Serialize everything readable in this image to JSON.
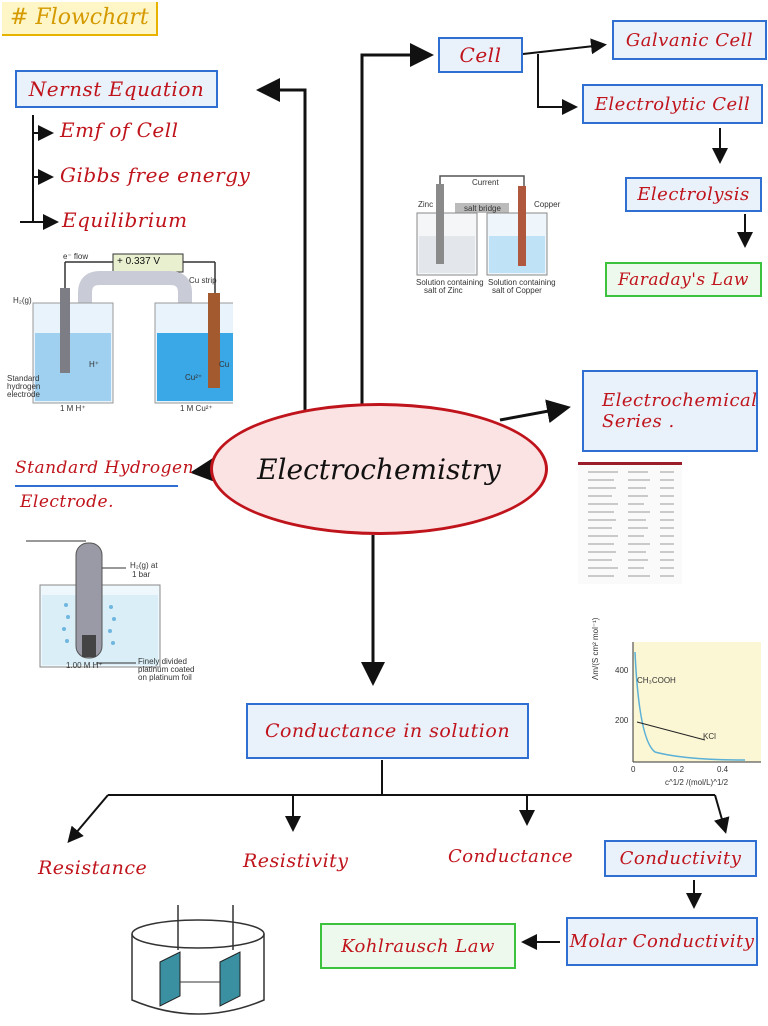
{
  "tag": "# Flowchart",
  "center": "Electrochemistry",
  "nernst": {
    "title": "Nernst Equation",
    "items": [
      "Emf of Cell",
      "Gibbs free energy",
      "Equilibrium"
    ]
  },
  "cell": {
    "title": "Cell",
    "galvanic": "Galvanic Cell",
    "electrolytic": "Electrolytic Cell",
    "electrolysis": "Electrolysis",
    "faraday": "Faraday's Law"
  },
  "ecs": {
    "line1": "Electrochemical",
    "line2": "Series ."
  },
  "she": {
    "line1": "Standard Hydrogen",
    "line2": "Electrode."
  },
  "conductance_in_solution": "Conductance in solution",
  "branches": {
    "resistance": "Resistance",
    "resistivity": "Resistivity",
    "conductance": "Conductance",
    "conductivity": "Conductivity",
    "molar": "Molar Conductivity",
    "kohlrausch": "Kohlrausch Law"
  },
  "fig_daniell": {
    "current": "Current",
    "zinc": "Zinc",
    "copper": "Copper",
    "salt_bridge": "salt bridge",
    "sol_zinc_1": "Solution containing",
    "sol_zinc_2": "salt of Zinc",
    "sol_cu_1": "Solution containing",
    "sol_cu_2": "salt of Copper"
  },
  "fig_she_cell": {
    "flow": "e⁻ flow",
    "voltage": "+ 0.337 V",
    "cu_strip": "Cu strip",
    "h2": "H₂(g)",
    "std1": "Standard",
    "std2": "hydrogen",
    "std3": "electrode",
    "left_conc": "1 M H⁺",
    "right_conc": "1 M Cu²⁺",
    "hplus": "H⁺",
    "cu2": "Cu²⁺",
    "cu": "Cu"
  },
  "fig_she": {
    "h2": "H₂(g) at",
    "bar": "1 bar",
    "conc": "1.00 M H⁺",
    "pt1": "Finely divided",
    "pt2": "platinum coated",
    "pt3": "on platinum foil"
  },
  "fig_graph": {
    "ylabel": "Λm/(S cm² mol⁻¹)",
    "xlabel": "c^1/2 /(mol/L)^1/2",
    "y_ticks": [
      "400",
      "200"
    ],
    "x_ticks": [
      "0",
      "0.2",
      "0.4"
    ],
    "series1": "CH₃COOH",
    "series2": "KCl"
  },
  "colors": {
    "handwriting": "#c0141c",
    "box_border": "#2f6fd1",
    "box_fill": "#e9f1fb",
    "green_border": "#3cc23c",
    "ellipse_fill": "#fbe3e3",
    "ellipse_border": "#c0141c"
  }
}
